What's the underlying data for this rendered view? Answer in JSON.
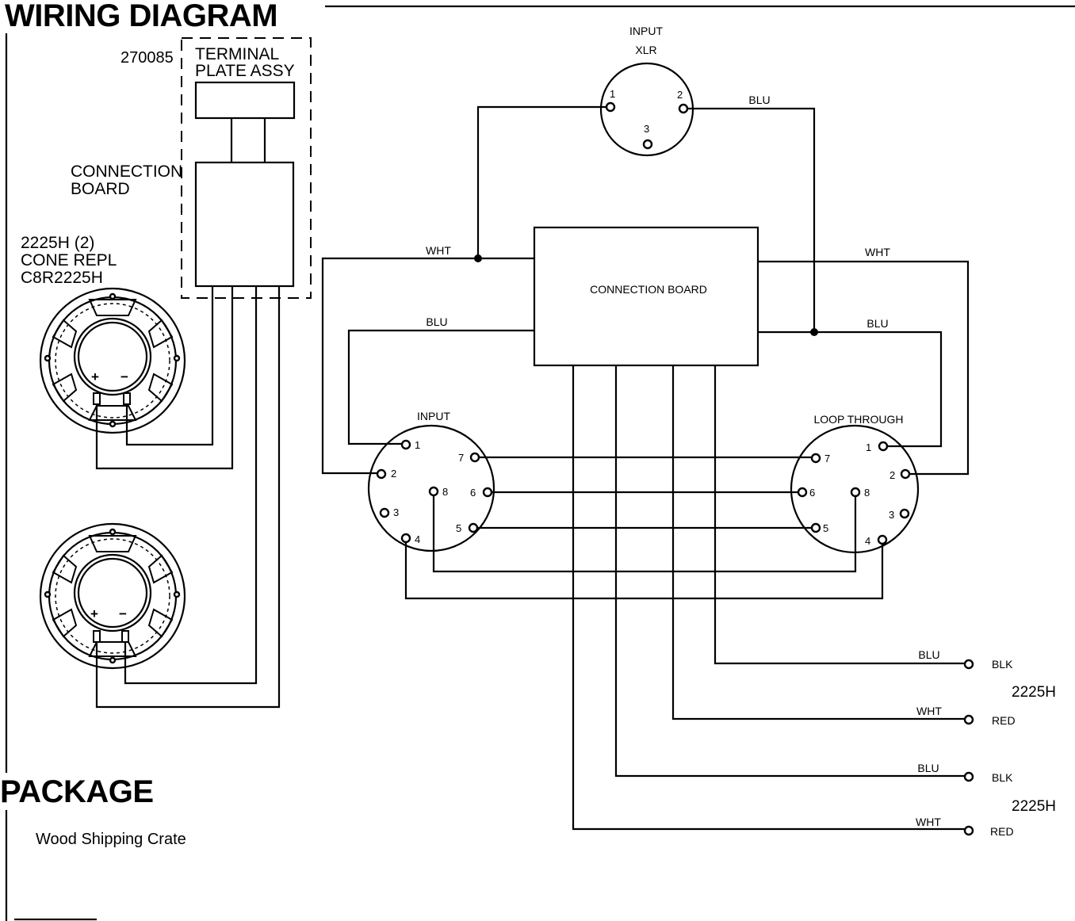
{
  "headings": {
    "wiring_diagram": "WIRING DIAGRAM",
    "package": "PACKAGE"
  },
  "package": {
    "contents": "Wood Shipping Crate"
  },
  "left_assembly": {
    "part_number": "270085",
    "terminal_plate_line1": "TERMINAL",
    "terminal_plate_line2": "PLATE ASSY",
    "connection_board_line1": "CONNECTION",
    "connection_board_line2": "BOARD",
    "driver_line1": "2225H (2)",
    "driver_line2": "CONE REPL",
    "driver_line3": "C8R2225H",
    "plus": "+",
    "minus": "−"
  },
  "schematic": {
    "xlr": {
      "title": "INPUT",
      "subtitle": "XLR",
      "pins": [
        "1",
        "2",
        "3"
      ]
    },
    "connection_board": "CONNECTION BOARD",
    "input_connector": {
      "title": "INPUT",
      "pins": [
        "1",
        "2",
        "3",
        "4",
        "5",
        "6",
        "7",
        "8"
      ]
    },
    "loop_connector": {
      "title": "LOOP THROUGH",
      "pins": [
        "1",
        "2",
        "3",
        "4",
        "5",
        "6",
        "7",
        "8"
      ]
    },
    "wire_labels": {
      "blu": "BLU",
      "wht": "WHT"
    },
    "outputs": [
      {
        "wire": "BLU",
        "terminal": "BLK"
      },
      {
        "wire": "WHT",
        "terminal": "RED"
      },
      {
        "wire": "BLU",
        "terminal": "BLK"
      },
      {
        "wire": "WHT",
        "terminal": "RED"
      }
    ],
    "driver_model": "2225H"
  }
}
